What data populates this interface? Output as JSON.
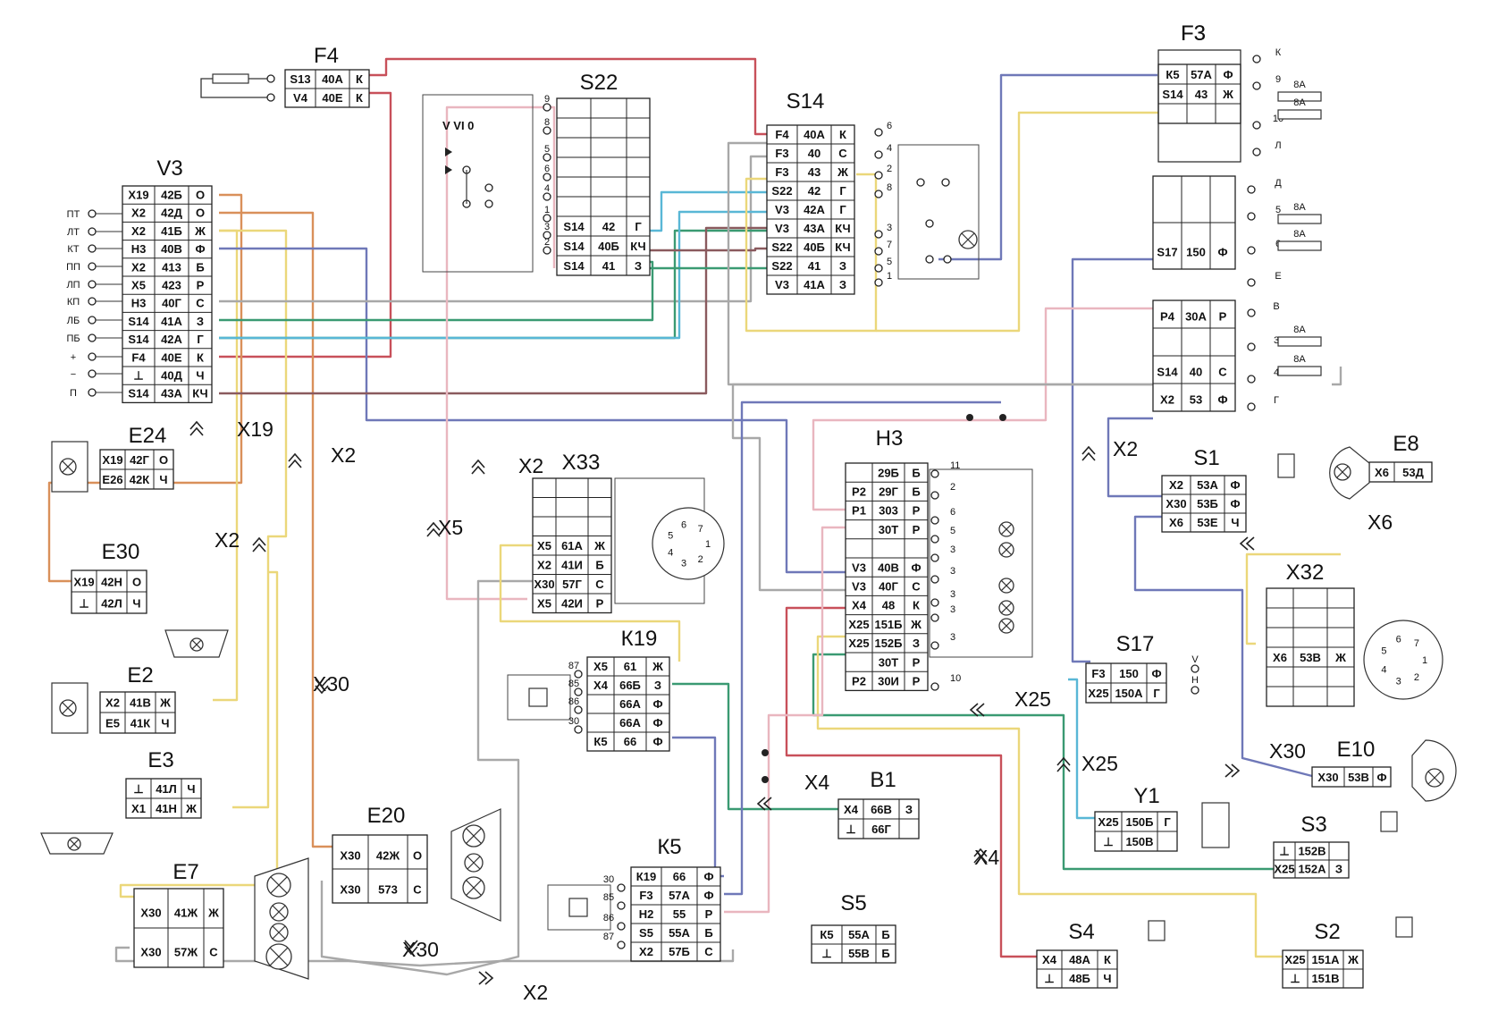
{
  "wire_colors": {
    "red": "#c8505a",
    "orange": "#d9905a",
    "blue": "#6f78b8",
    "cyan": "#59b7d6",
    "green": "#3a9a72",
    "yellow": "#ebd77a",
    "grey": "#a8a8a8",
    "pink": "#e9b6bf",
    "brown": "#8a5a5e",
    "violet": "#9a7fb0"
  },
  "components": {
    "F4": {
      "title": "F4",
      "rows": [
        [
          "S13",
          "40А",
          "К"
        ],
        [
          "V4",
          "40Е",
          "К"
        ]
      ]
    },
    "V3": {
      "title": "V3",
      "rows": [
        [
          "X19",
          "42Б",
          "О"
        ],
        [
          "X2",
          "42Д",
          "О"
        ],
        [
          "X2",
          "41Б",
          "Ж"
        ],
        [
          "Н3",
          "40В",
          "Ф"
        ],
        [
          "X2",
          "413",
          "Б"
        ],
        [
          "X5",
          "423",
          "Р"
        ],
        [
          "Н3",
          "40Г",
          "С"
        ],
        [
          "S14",
          "41А",
          "З"
        ],
        [
          "S14",
          "42А",
          "Г"
        ],
        [
          "F4",
          "40Е",
          "К"
        ],
        [
          "⊥",
          "40Д",
          "Ч"
        ],
        [
          "S14",
          "43А",
          "КЧ"
        ]
      ],
      "pins": [
        "ПТ",
        "ЛТ",
        "КТ",
        "ПП",
        "ЛП",
        "КП",
        "ЛБ",
        "ПБ",
        "+",
        "−",
        "П"
      ]
    },
    "S22": {
      "title": "S22",
      "rows": [
        [
          "",
          "",
          ""
        ],
        [
          "",
          "",
          ""
        ],
        [
          "",
          "",
          ""
        ],
        [
          "",
          "",
          ""
        ],
        [
          "",
          "",
          ""
        ],
        [
          "",
          "",
          ""
        ],
        [
          "S14",
          "42",
          "Г"
        ],
        [
          "S14",
          "40Б",
          "КЧ"
        ],
        [
          "S14",
          "41",
          "З"
        ]
      ],
      "switch_text": "V  VI  0",
      "pins": [
        "9",
        "8",
        "5",
        "6",
        "4",
        "1",
        "3",
        "2"
      ]
    },
    "S14": {
      "title": "S14",
      "rows": [
        [
          "F4",
          "40А",
          "К"
        ],
        [
          "F3",
          "40",
          "С"
        ],
        [
          "F3",
          "43",
          "Ж"
        ],
        [
          "S22",
          "42",
          "Г"
        ],
        [
          "V3",
          "42А",
          "Г"
        ],
        [
          "V3",
          "43А",
          "КЧ"
        ],
        [
          "S22",
          "40Б",
          "КЧ"
        ],
        [
          "S22",
          "41",
          "З"
        ],
        [
          "V3",
          "41А",
          "З"
        ]
      ],
      "pins": [
        "6",
        "4",
        "2",
        "8",
        "3",
        "7",
        "5",
        "1"
      ]
    },
    "F3a": {
      "title": "F3",
      "rows": [
        [
          "К5",
          "57А",
          "Ф"
        ],
        [
          "S14",
          "43",
          "Ж"
        ],
        [
          "",
          "",
          ""
        ]
      ],
      "pins": [
        "К",
        "9",
        "10",
        "Л"
      ],
      "fuse": [
        "8А",
        "8А"
      ]
    },
    "F3b": {
      "rows": [
        [
          "",
          "",
          ""
        ],
        [
          "S17",
          "150",
          "Ф"
        ]
      ],
      "pins": [
        "Д",
        "5",
        "6",
        "Е"
      ],
      "fuse": [
        "8А",
        "8А"
      ]
    },
    "F3c": {
      "rows": [
        [
          "Р4",
          "30А",
          "Р"
        ],
        [
          "",
          "",
          ""
        ],
        [
          "S14",
          "40",
          "С"
        ],
        [
          "X2",
          "53",
          "Ф"
        ]
      ],
      "pins": [
        "В",
        "3",
        "4",
        "Г"
      ],
      "fuse": [
        "8А",
        "8А"
      ]
    },
    "E24": {
      "title": "E24",
      "rows": [
        [
          "X19",
          "42Г",
          "О"
        ],
        [
          "E26",
          "42К",
          "Ч"
        ]
      ]
    },
    "E30": {
      "title": "E30",
      "rows": [
        [
          "X19",
          "42Н",
          "О"
        ],
        [
          "⊥",
          "42Л",
          "Ч"
        ]
      ]
    },
    "E2": {
      "title": "E2",
      "rows": [
        [
          "X2",
          "41В",
          "Ж"
        ],
        [
          "E5",
          "41К",
          "Ч"
        ]
      ]
    },
    "E3": {
      "title": "E3",
      "rows": [
        [
          "⊥",
          "41Л",
          "Ч"
        ],
        [
          "X1",
          "41Н",
          "Ж"
        ]
      ]
    },
    "E7": {
      "title": "E7",
      "rows": [
        [
          "X30",
          "41Ж",
          "Ж"
        ],
        [
          "X30",
          "57Ж",
          "С"
        ]
      ]
    },
    "E20": {
      "title": "E20",
      "rows": [
        [
          "X30",
          "42Ж",
          "О"
        ],
        [
          "X30",
          "573",
          "С"
        ]
      ]
    },
    "X33": {
      "title": "X33",
      "rows": [
        [
          "",
          "",
          ""
        ],
        [
          "",
          "",
          ""
        ],
        [
          "",
          "",
          ""
        ],
        [
          "X5",
          "61А",
          "Ж"
        ],
        [
          "X2",
          "41И",
          "Б"
        ],
        [
          "X30",
          "57Г",
          "С"
        ],
        [
          "X5",
          "42И",
          "Р"
        ]
      ],
      "pins": [
        "1",
        "2",
        "3",
        "4",
        "5",
        "6",
        "7"
      ]
    },
    "K19": {
      "title": "К19",
      "rows": [
        [
          "X5",
          "61",
          "Ж"
        ],
        [
          "X4",
          "66Б",
          "З"
        ],
        [
          "",
          "66А",
          "Ф"
        ],
        [
          "",
          "66А",
          "Ф"
        ],
        [
          "К5",
          "66",
          "Ф"
        ]
      ],
      "pins": [
        "87",
        "85",
        "86",
        "30"
      ]
    },
    "K5": {
      "title": "К5",
      "rows": [
        [
          "К19",
          "66",
          "Ф"
        ],
        [
          "F3",
          "57А",
          "Ф"
        ],
        [
          "Н2",
          "55",
          "Р"
        ],
        [
          "S5",
          "55А",
          "Б"
        ],
        [
          "X2",
          "57Б",
          "С"
        ]
      ],
      "pins": [
        "30",
        "85",
        "86",
        "87"
      ]
    },
    "H3": {
      "title": "Н3",
      "rows": [
        [
          "",
          "29Б",
          "Б"
        ],
        [
          "Р2",
          "29Г",
          "Б"
        ],
        [
          "Р1",
          "303",
          "Р"
        ],
        [
          "",
          "30Т",
          "Р"
        ],
        [
          "",
          "",
          ""
        ],
        [
          "V3",
          "40В",
          "Ф"
        ],
        [
          "V3",
          "40Г",
          "С"
        ],
        [
          "X4",
          "48",
          "К"
        ],
        [
          "X25",
          "151Б",
          "Ж"
        ],
        [
          "X25",
          "152Б",
          "З"
        ],
        [
          "",
          "30Т",
          "Р"
        ],
        [
          "Р2",
          "30И",
          "Р"
        ]
      ],
      "pins": [
        "11",
        "2",
        "6",
        "5",
        "3",
        "3",
        "3",
        "3",
        "3",
        "10"
      ]
    },
    "S1": {
      "title": "S1",
      "rows": [
        [
          "X2",
          "53А",
          "Ф"
        ],
        [
          "X30",
          "53Б",
          "Ф"
        ],
        [
          "X6",
          "53Е",
          "Ч"
        ]
      ]
    },
    "E8": {
      "title": "E8",
      "rows": [
        [
          "X6",
          "53Д"
        ]
      ]
    },
    "X32": {
      "title": "X32",
      "rows": [
        [
          "",
          "",
          ""
        ],
        [
          "",
          "",
          ""
        ],
        [
          "",
          "",
          ""
        ],
        [
          "X6",
          "53В",
          "Ж"
        ],
        [
          "",
          "",
          ""
        ],
        [
          "",
          "",
          ""
        ]
      ],
      "pins": [
        "1",
        "2",
        "3",
        "4",
        "5",
        "6",
        "7"
      ]
    },
    "S17": {
      "title": "S17",
      "rows": [
        [
          "F3",
          "150",
          "Ф"
        ],
        [
          "X25",
          "150А",
          "Г"
        ]
      ],
      "pins": [
        "V",
        "Н"
      ]
    },
    "E10": {
      "title": "E10",
      "rows": [
        [
          "X30",
          "53В",
          "Ф"
        ]
      ]
    },
    "B1": {
      "title": "B1",
      "rows": [
        [
          "X4",
          "66В",
          "З"
        ],
        [
          "⊥",
          "66Г",
          ""
        ]
      ]
    },
    "Y1": {
      "title": "Y1",
      "rows": [
        [
          "X25",
          "150Б",
          "Г"
        ],
        [
          "⊥",
          "150В",
          ""
        ]
      ]
    },
    "S3": {
      "title": "S3",
      "rows": [
        [
          "⊥",
          "152В",
          ""
        ],
        [
          "X25",
          "152А",
          "З"
        ]
      ]
    },
    "S5": {
      "title": "S5",
      "rows": [
        [
          "К5",
          "55А",
          "Б"
        ],
        [
          "⊥",
          "55В",
          "Б"
        ]
      ]
    },
    "S4": {
      "title": "S4",
      "rows": [
        [
          "X4",
          "48А",
          "К"
        ],
        [
          "⊥",
          "48Б",
          "Ч"
        ]
      ]
    },
    "S2": {
      "title": "S2",
      "rows": [
        [
          "X25",
          "151А",
          "Ж"
        ],
        [
          "⊥",
          "151В",
          ""
        ]
      ]
    }
  },
  "connectors": [
    {
      "id": "c-x19",
      "label": "X19"
    },
    {
      "id": "c-x2-a",
      "label": "X2"
    },
    {
      "id": "c-x2-b",
      "label": "X2"
    },
    {
      "id": "c-x2-c",
      "label": "X2"
    },
    {
      "id": "c-x5",
      "label": "X5"
    },
    {
      "id": "c-x30-a",
      "label": "X30"
    },
    {
      "id": "c-x30-b",
      "label": "X30"
    },
    {
      "id": "c-x2-d",
      "label": "X2"
    },
    {
      "id": "c-x4-a",
      "label": "X4"
    },
    {
      "id": "c-x25-a",
      "label": "X25"
    },
    {
      "id": "c-x25-b",
      "label": "X25"
    },
    {
      "id": "c-x30-c",
      "label": "X30"
    },
    {
      "id": "c-x4-b",
      "label": "X4"
    },
    {
      "id": "c-x2-e",
      "label": "X2"
    },
    {
      "id": "c-x6",
      "label": "X6"
    }
  ]
}
